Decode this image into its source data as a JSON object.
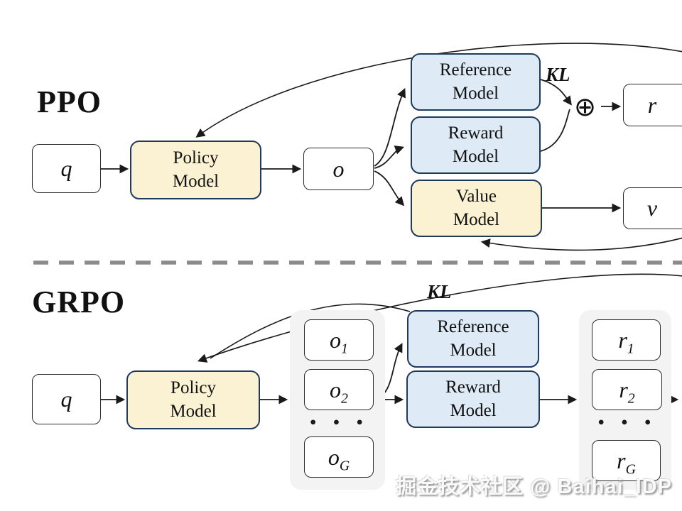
{
  "colors": {
    "cream_fill": "#FBF2D3",
    "blue_fill": "#DEEAF6",
    "model_border": "#1F3A5C",
    "plain_border": "#2B2B2B",
    "group_fill": "#F3F3F3",
    "divider_gray": "#8C8C8C",
    "arrow": "#1A1A1A"
  },
  "ppo": {
    "title": "PPO",
    "q": "q",
    "o": "o",
    "r": "r",
    "v": "v",
    "kl": "KL",
    "plus": "⊕",
    "policy": {
      "l1": "Policy",
      "l2": "Model"
    },
    "reference": {
      "l1": "Reference",
      "l2": "Model"
    },
    "reward": {
      "l1": "Reward",
      "l2": "Model"
    },
    "value": {
      "l1": "Value",
      "l2": "Model"
    }
  },
  "grpo": {
    "title": "GRPO",
    "q": "q",
    "kl": "KL",
    "policy": {
      "l1": "Policy",
      "l2": "Model"
    },
    "reference": {
      "l1": "Reference",
      "l2": "Model"
    },
    "reward": {
      "l1": "Reward",
      "l2": "Model"
    },
    "outputs": [
      {
        "base": "o",
        "sub": "1"
      },
      {
        "base": "o",
        "sub": "2"
      },
      {
        "base": "o",
        "sub": "G"
      }
    ],
    "output_dots": "• • •",
    "rewards": [
      {
        "base": "r",
        "sub": "1"
      },
      {
        "base": "r",
        "sub": "2"
      },
      {
        "base": "r",
        "sub": "G"
      }
    ],
    "reward_dots": "• • •"
  },
  "watermark": {
    "text": "掘金技术社区 @ Baihai_IDP"
  }
}
